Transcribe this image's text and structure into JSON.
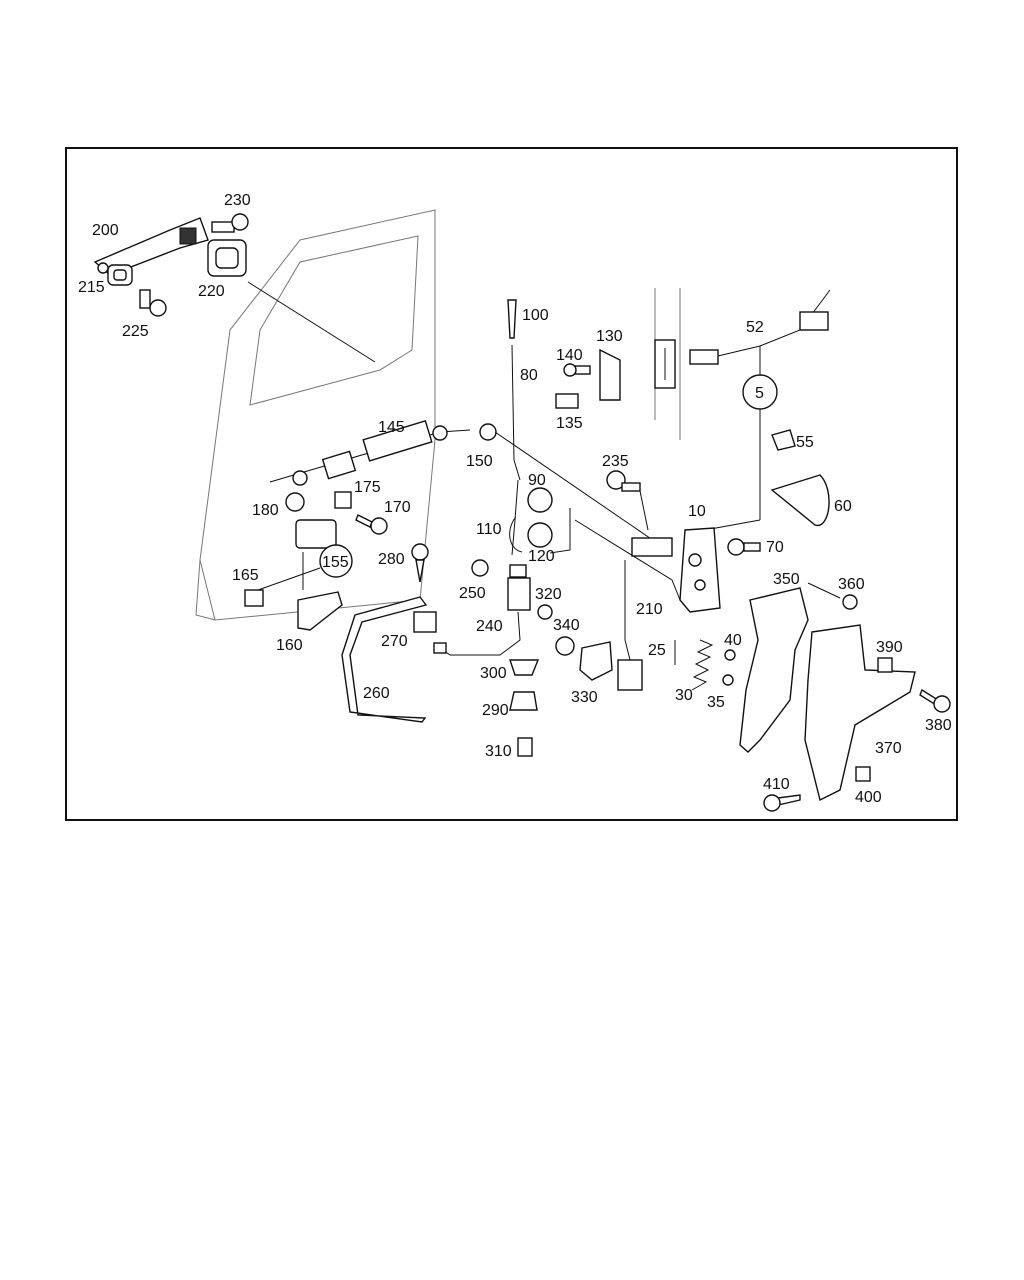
{
  "diagram": {
    "labels": [
      "200",
      "230",
      "215",
      "220",
      "225",
      "100",
      "130",
      "140",
      "80",
      "135",
      "52",
      "5",
      "145",
      "150",
      "55",
      "235",
      "90",
      "175",
      "180",
      "170",
      "110",
      "120",
      "10",
      "60",
      "70",
      "155",
      "165",
      "280",
      "250",
      "320",
      "350",
      "360",
      "210",
      "340",
      "240",
      "40",
      "25",
      "390",
      "160",
      "270",
      "300",
      "330",
      "30",
      "35",
      "380",
      "260",
      "290",
      "370",
      "310",
      "410",
      "400"
    ]
  }
}
